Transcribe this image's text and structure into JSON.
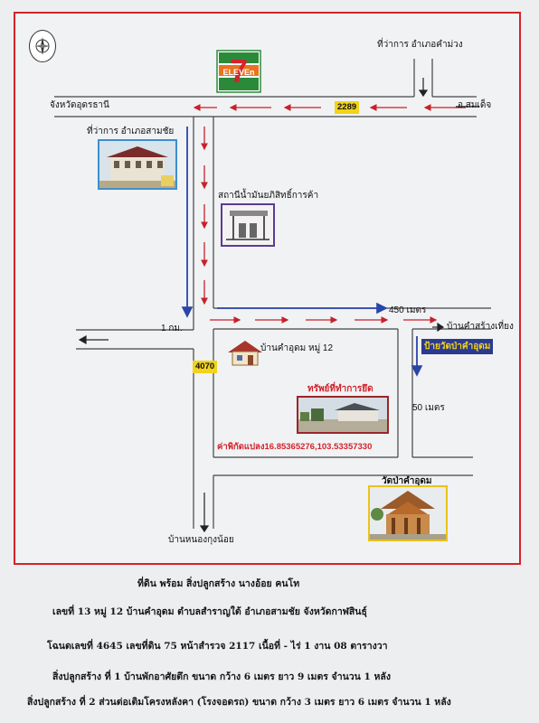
{
  "map": {
    "road_labels": {
      "top_left": "จังหวัดอุดรธานี",
      "top_right_office": "ที่ว่าการ อำเภอคำม่วง",
      "right_top": "อ.สมเด็จ",
      "route_2289": "2289",
      "route_4070": "4070",
      "left_office": "ที่ว่าการ อำเภอสามชัย",
      "gas_station": "สถานีน้ำมันยภิสิทธิ์การค้า",
      "distance_450": "450  เมตร",
      "distance_1km": "1 กม.",
      "village_right": "บ้านคำสร้างเที่ยง",
      "village_moo": "บ้านคำอุดม  หมู่ 12",
      "sign_temple": "ป้ายวัดป่าคำอุดม",
      "distance_50": "50 เมตร",
      "property_label": "ทรัพย์ที่ทำการยึด",
      "coordinates": "ค่าพิกัดแปลง16.85365276,103.53357330",
      "temple": "วัดป่าคำอุดม",
      "bottom_village": "บ้านหนองกุงน้อย"
    },
    "seven_eleven": {
      "number": "7",
      "text": "ELEVEn"
    },
    "colors": {
      "frame": "#d3232b",
      "arrow_red": "#c8202a",
      "arrow_blue": "#2a45a8",
      "badge": "#f2d319"
    }
  },
  "footer": {
    "line1": "ที่ดิน พร้อม สิ่งปลูกสร้าง  นางอ้อย  คนโท",
    "line2": "เลขที่   13   หมู่  12   บ้านคำอุดม   ตำบลสำราญใต้   อำเภอสามชัย   จังหวัดกาฬสินธุ์",
    "line3": "โฉนดเลขที่  4645  เลขที่ดิน  75  หน้าสำรวจ  2117     เนื้อที่    - ไร่  1  งาน   08  ตารางวา",
    "line4": "สิ่งปลูกสร้าง ที่ 1  บ้านพักอาศัยตึก   ขนาด  กว้าง  6  เมตร  ยาว  9   เมตร  จำนวน  1  หลัง",
    "line5": "สิ่งปลูกสร้าง ที่ 2 ส่วนต่อเติมโครงหลังคา (โรงจอดรถ)  ขนาด กว้าง 3 เมตร  ยาว 6  เมตร  จำนวน 1  หลัง"
  }
}
